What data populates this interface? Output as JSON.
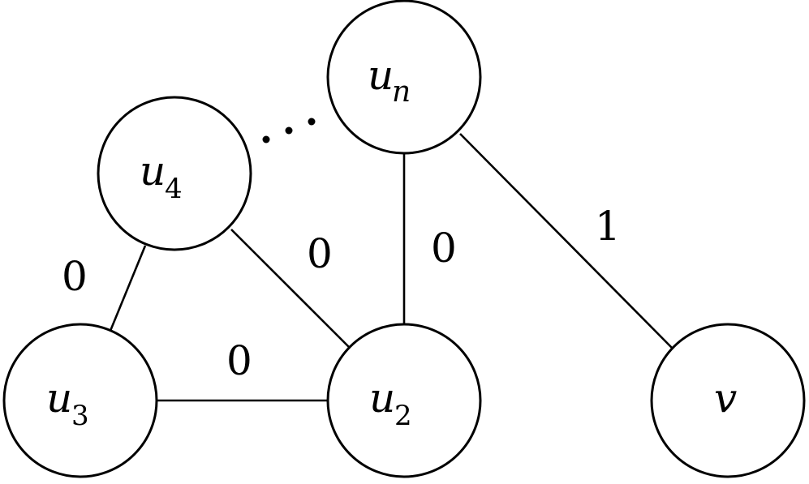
{
  "nodes": {
    "un": {
      "base": "u",
      "sub": "n"
    },
    "u4": {
      "base": "u",
      "sub": "4"
    },
    "u3": {
      "base": "u",
      "sub": "3"
    },
    "u2": {
      "base": "u",
      "sub": "2"
    },
    "v": {
      "base": "v",
      "sub": ""
    }
  },
  "edges": [
    {
      "from": "u4",
      "to": "u3",
      "weight": "0"
    },
    {
      "from": "u4",
      "to": "u2",
      "weight": "0"
    },
    {
      "from": "u3",
      "to": "u2",
      "weight": "0"
    },
    {
      "from": "un",
      "to": "u2",
      "weight": "0"
    },
    {
      "from": "un",
      "to": "v",
      "weight": "1"
    }
  ],
  "ellipsis": {
    "between": [
      "u4",
      "un"
    ],
    "style": "dotted"
  },
  "colors": {
    "stroke": "#000000",
    "fill": "#ffffff"
  }
}
